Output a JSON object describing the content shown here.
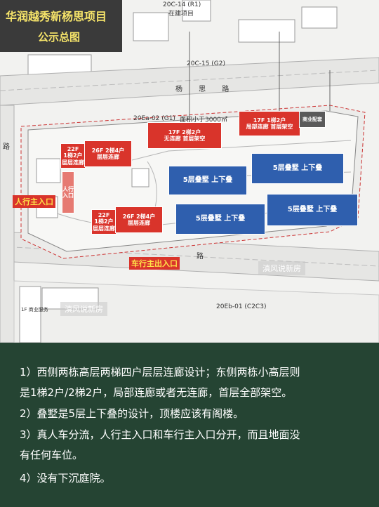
{
  "title": {
    "line1": "华润越秀新杨思项目",
    "line2": "公示总图"
  },
  "plan": {
    "top_road_code": "20C-14 (R1)",
    "top_project": "在建项目",
    "road_15": "20C-15 (G2)",
    "lot_code": "20Ea-02 (G1)",
    "area_note": "面积小于3000㎡",
    "road_upper": "杨 思 路",
    "road_lower": "路",
    "road_bottom": "20Eb-01 (C2C3)",
    "left_road": "路",
    "left_note": "1F 商业服务",
    "watermark1": "滇风说新房",
    "watermark2": "滇风说新房"
  },
  "buildings": {
    "b1": {
      "l1": "22F",
      "l2": "1梯2户",
      "l3": "层层连廊"
    },
    "b2": {
      "l1": "26F  2梯4户",
      "l2": "层层连廊"
    },
    "b3": {
      "l1": "17F  2梯2户",
      "l2": "无连廊  首层架空"
    },
    "b4": {
      "l1": "17F  1梯2户",
      "l2": "局部连廊  首层架空"
    },
    "b5": "商业配套",
    "b6": {
      "l1": "22F",
      "l2": "1梯2户",
      "l3": "层层连廊"
    },
    "b7": {
      "l1": "26F  2梯4户",
      "l2": "层层连廊"
    },
    "b8": {
      "l1": "人行",
      "l2": "入口"
    },
    "v1": "5层叠墅  上下叠",
    "v2": "5层叠墅  上下叠",
    "v3": "5层叠墅  上下叠",
    "v4": "5层叠墅  上下叠"
  },
  "tags": {
    "pedestrian": "人行主入口",
    "vehicle": "车行主出入口"
  },
  "notes": [
    "1）西侧两栋高层两梯四户层层连廊设计；东侧两栋小高层则",
    "是1梯2户/2梯2户，局部连廊或者无连廊，首层全部架空。",
    "2）叠墅是5层上下叠的设计，顶楼应该有阁楼。",
    "3）真人车分流，人行主入口和车行主入口分开，而且地面没",
    "有任何车位。",
    "4）没有下沉庭院。"
  ],
  "colors": {
    "highrise": "#d9342b",
    "villa": "#2f5fae",
    "notes_bg": "#254433",
    "title_text": "#f6e46a"
  }
}
